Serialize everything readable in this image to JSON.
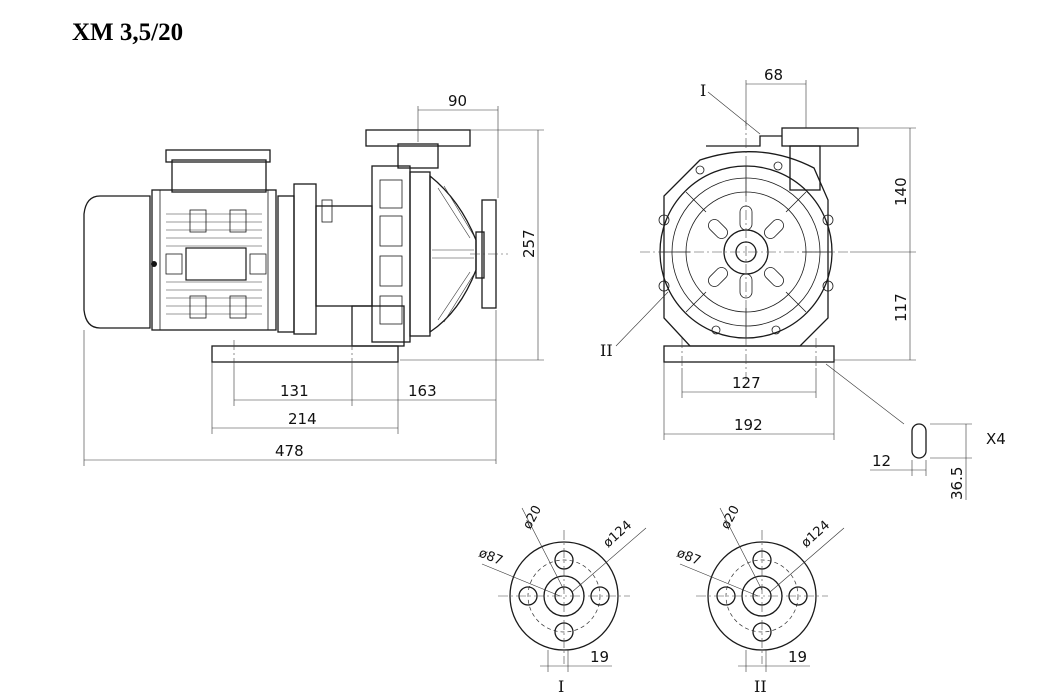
{
  "title": "XM 3,5/20",
  "side_view": {
    "dims": {
      "inlet_offset": "90",
      "overall_height": "257",
      "foot_spacing_a": "131",
      "foot_to_flange": "163",
      "foot_overall": "214",
      "overall_length": "478"
    }
  },
  "front_view": {
    "dims": {
      "flange_offset": "68",
      "upper_height": "140",
      "lower_height": "117",
      "foot_spacing": "127",
      "foot_width": "192"
    },
    "labels": {
      "flange_i": "I",
      "flange_ii": "II"
    }
  },
  "slot_detail": {
    "count_label": "X4",
    "width": "12",
    "length": "36.5"
  },
  "flange_i": {
    "label": "I",
    "bolt_dia": "ø20",
    "inner_dia": "ø87",
    "outer_dia": "ø124",
    "offset": "19"
  },
  "flange_ii": {
    "label": "II",
    "bolt_dia": "ø20",
    "inner_dia": "ø87",
    "outer_dia": "ø124",
    "offset": "19"
  }
}
